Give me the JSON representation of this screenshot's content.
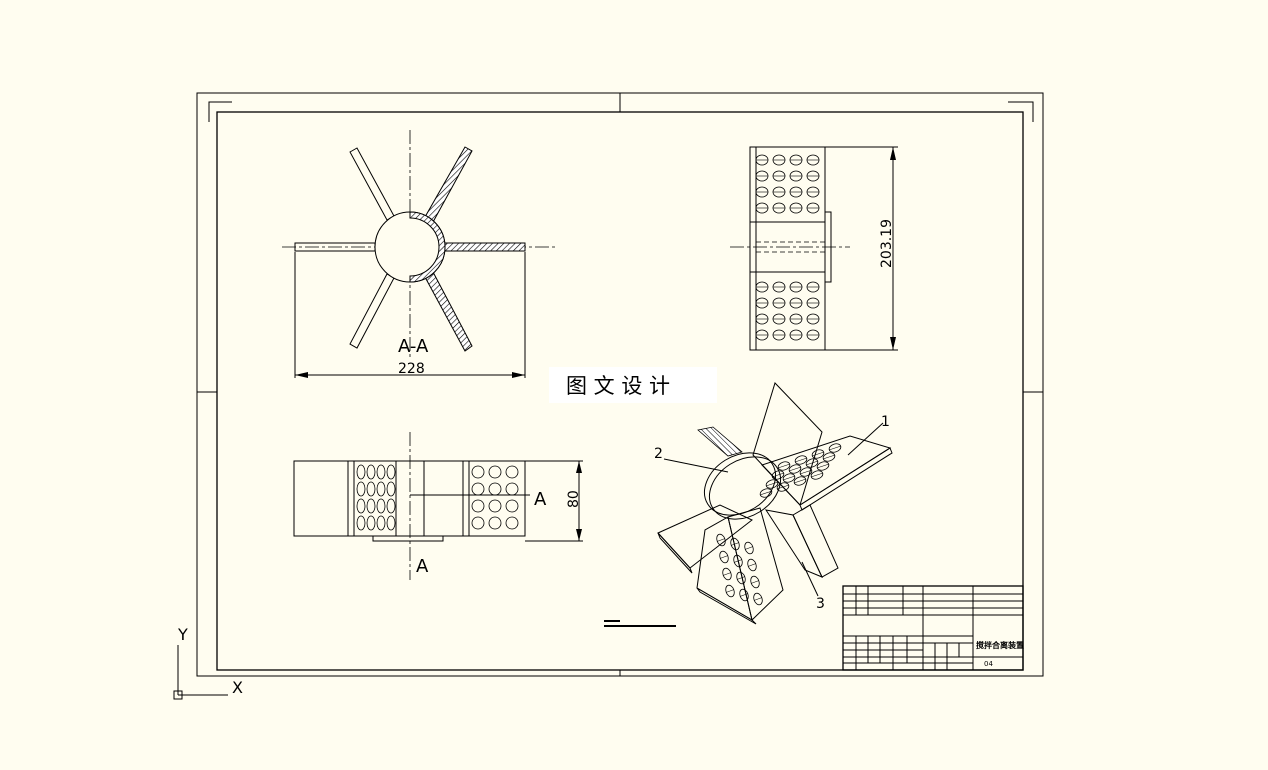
{
  "labels": {
    "section_label": "A-A",
    "dim_width": "228",
    "dim_height": "203.19",
    "dim_side": "80",
    "section_mark_right": "A",
    "section_mark_bottom": "A",
    "watermark": "图 文 设 计",
    "part_1": "1",
    "part_2": "2",
    "part_3": "3",
    "ucs_y": "Y",
    "ucs_x": "X"
  },
  "title_block": {
    "drawing_title": "搅拌合离装置",
    "drawing_no": "04"
  },
  "colors": {
    "background": "#fffdf0",
    "lines": "#000000"
  }
}
